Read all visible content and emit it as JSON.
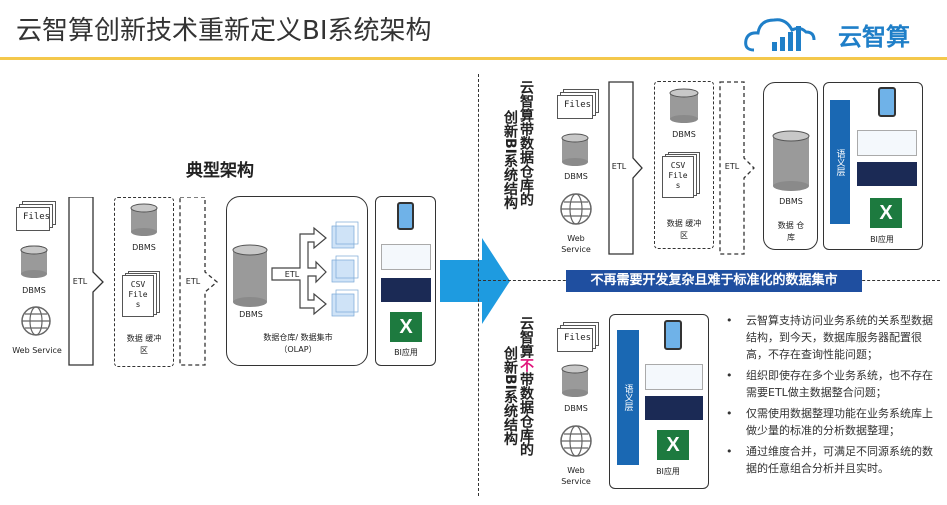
{
  "header": {
    "title": "云智算创新技术重新定义BI系统架构",
    "logo_text": "云智算"
  },
  "left": {
    "heading": "典型架构",
    "sources": {
      "files": "Files",
      "dbms": "DBMS",
      "web": "Web Service"
    },
    "etl1": "ETL",
    "buffer": {
      "dbms": "DBMS",
      "csv": "CSV File s",
      "label": "数据 缓冲区"
    },
    "etl2": "ETL",
    "warehouse": {
      "dbms": "DBMS",
      "etl": "ETL",
      "label": "数据仓库/ 数据集市（OLAP）"
    },
    "bi_label": "BI应用"
  },
  "top_right": {
    "vtitle_a": "云智算带数据仓库的",
    "vtitle_b": "创新BI系统结构",
    "sources": {
      "files": "Files",
      "dbms": "DBMS",
      "web": "Web Service"
    },
    "etl1": "ETL",
    "buffer": {
      "dbms": "DBMS",
      "csv": "CSV File s",
      "label": "数据 缓冲区"
    },
    "etl2": "ETL",
    "warehouse": {
      "dbms": "DBMS",
      "label": "数据 仓库"
    },
    "semantic": "语义层",
    "bi_label": "BI应用"
  },
  "banner": "不再需要开发复杂且难于标准化的数据集市",
  "bottom_right": {
    "vtitle_a1": "云智算",
    "vtitle_a2": "不",
    "vtitle_a3": "带数据仓库的",
    "vtitle_b": "创新BI系统结构",
    "sources": {
      "files": "Files",
      "dbms": "DBMS",
      "web": "Web Service"
    },
    "semantic": "语义层",
    "bi_label": "BI应用"
  },
  "bullets": [
    "云智算支持访问业务系统的关系型数据结构，到今天，数据库服务器配置很高，不存在查询性能问题；",
    "组织即使存在多个业务系统，也不存在需要ETL做主数据整合问题；",
    "仅需使用数据整理功能在业务系统库上做少量的标准的分析数据整理；",
    "通过维度合并，可满足不同源系统的数据的任意组合分析并且实时。"
  ],
  "colors": {
    "accent_yellow": "#f4c84b",
    "brand_blue": "#1f7fc8",
    "arrow_blue": "#1e9be0",
    "banner_blue": "#1f4fa0",
    "red_emphasis": "#e0137a"
  }
}
